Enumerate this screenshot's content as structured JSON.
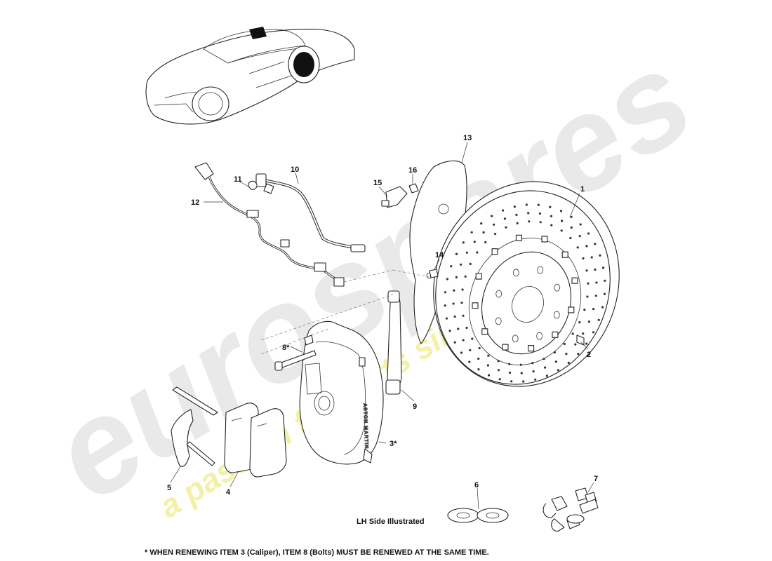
{
  "watermark": {
    "brand": "eurospares",
    "tagline": "a passion for parts since 1985"
  },
  "callouts": {
    "c1": "1",
    "c2": "2",
    "c3": "3*",
    "c4": "4",
    "c5": "5",
    "c6": "6",
    "c7": "7",
    "c8": "8*",
    "c9": "9",
    "c10": "10",
    "c11": "11",
    "c12": "12",
    "c13": "13",
    "c14": "14",
    "c15": "15",
    "c16": "16"
  },
  "labels": {
    "side_note": "LH Side Illustrated",
    "footnote": "* WHEN RENEWING ITEM 3 (Caliper),  ITEM 8 (Bolts) MUST BE RENEWED AT THE SAME TIME.",
    "caliper_brand": "ASTON MARTIN"
  },
  "colors": {
    "watermark_fill": "#e6e6e6",
    "tagline_fill": "#f2f0a0",
    "line": "#222222"
  }
}
